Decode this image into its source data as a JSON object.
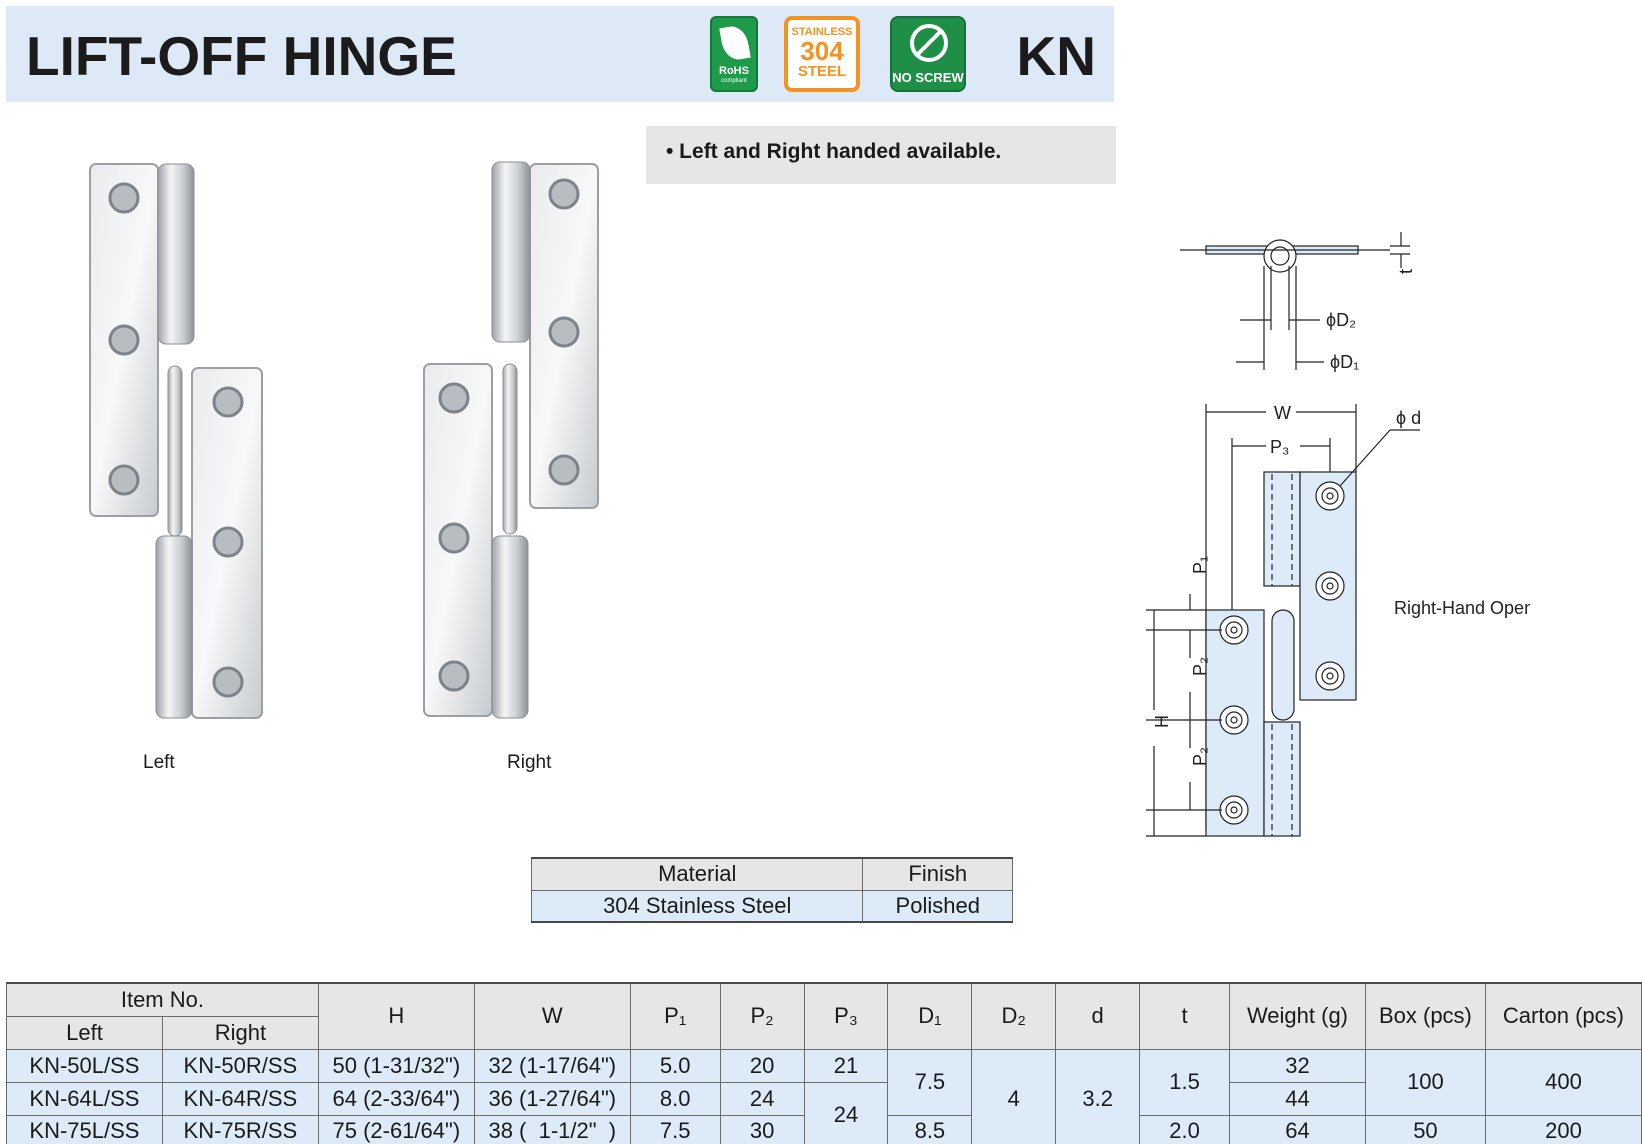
{
  "header": {
    "title": "LIFT-OFF HINGE",
    "code": "KN",
    "badges": {
      "rohs_main": "RoHS",
      "rohs_sub": "compliant",
      "steel_top": "STAINLESS",
      "steel_mid": "304",
      "steel_bottom": "STEEL",
      "screw": "NO SCREW"
    },
    "colors": {
      "band": "#dde9f6",
      "rohs": "#1e9a4b",
      "steel": "#f39321",
      "screw": "#1f8f48"
    }
  },
  "feature": "• Left and Right handed available.",
  "photos": {
    "left_label": "Left",
    "right_label": "Right"
  },
  "diagram": {
    "phi_D2": "ϕD₂",
    "phi_D1": "ϕD₁",
    "t": "t",
    "W": "W",
    "P3": "P₃",
    "phi_d": "ϕ d",
    "P1": "P₁",
    "P2a": "P₂",
    "P2b": "P₂",
    "H": "H",
    "opening": "Right-Hand Opening"
  },
  "material_table": {
    "headers": [
      "Material",
      "Finish"
    ],
    "row": [
      "304 Stainless Steel",
      "Polished"
    ]
  },
  "spec_table": {
    "group_header": "Item No.",
    "sub_headers": [
      "Left",
      "Right"
    ],
    "headers": {
      "H": "H",
      "W": "W",
      "P1": "P₁",
      "P2": "P₂",
      "P3": "P₃",
      "D1": "D₁",
      "D2": "D₂",
      "d": "d",
      "t": "t",
      "weight": "Weight (g)",
      "box": "Box (pcs)",
      "carton": "Carton (pcs)"
    },
    "rows": [
      {
        "left": "KN-50L/SS",
        "right": "KN-50R/SS",
        "H": "50 (1-31/32\")",
        "W": "32 (1-17/64\")",
        "P1": "5.0",
        "P2": "20",
        "weight": "32"
      },
      {
        "left": "KN-64L/SS",
        "right": "KN-64R/SS",
        "H": "64 (2-33/64\")",
        "W": "36 (1-27/64\")",
        "P1": "8.0",
        "P2": "24",
        "weight": "44"
      },
      {
        "left": "KN-75L/SS",
        "right": "KN-75R/SS",
        "H": "75 (2-61/64\")",
        "W": "38 (  1-1/2\"  )",
        "P1": "7.5",
        "P2": "30",
        "weight": "64"
      }
    ],
    "merged": {
      "P3_first": "21",
      "P3_rest": "24",
      "D1_first": "7.5",
      "D1_last": "8.5",
      "D2": "4",
      "d": "3.2",
      "t_first": "1.5",
      "t_last": "2.0",
      "box_first": "100",
      "box_last": "50",
      "carton_first": "400",
      "carton_last": "200"
    }
  }
}
